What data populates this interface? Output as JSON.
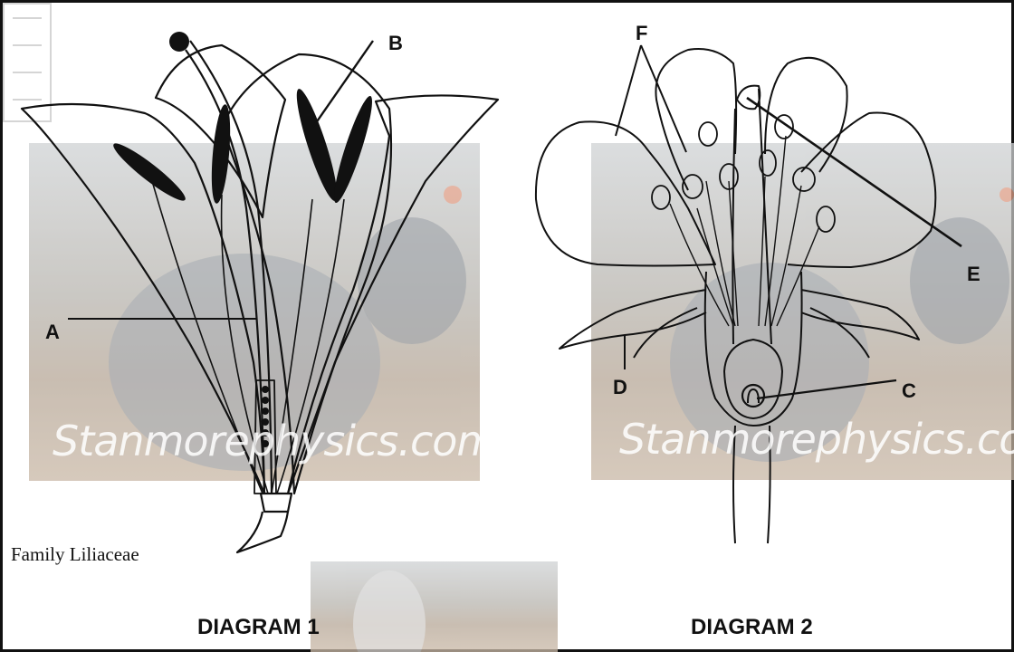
{
  "diagram1": {
    "labels": {
      "a": "A",
      "b": "B"
    },
    "family": "Family Liliaceae",
    "caption": "DIAGRAM 1",
    "watermark": "Stanmorephysics.com"
  },
  "diagram2": {
    "labels": {
      "c": "C",
      "d": "D",
      "e": "E",
      "f": "F"
    },
    "caption": "DIAGRAM 2",
    "watermark": "Stanmorephysics.com"
  }
}
